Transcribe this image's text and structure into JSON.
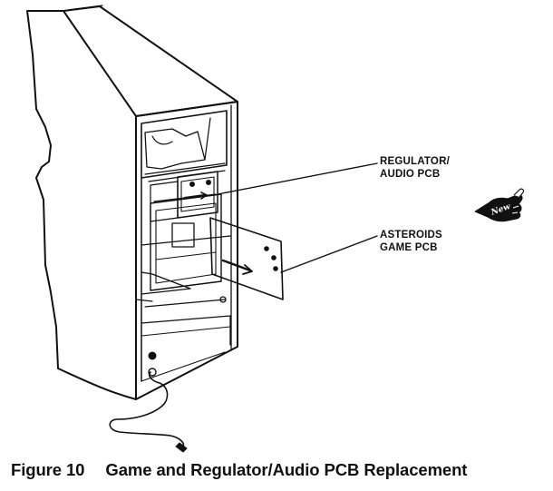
{
  "figure": {
    "number_label": "Figure 10",
    "title": "Game and Regulator/Audio PCB Replacement"
  },
  "callouts": {
    "regulator_line1": "REGULATOR/",
    "regulator_line2": "AUDIO PCB",
    "asteroids_line1": "ASTEROIDS",
    "asteroids_line2": "GAME PCB"
  },
  "badge": {
    "text": "New",
    "icon": "pointing-hand-icon"
  },
  "colors": {
    "ink": "#111111",
    "paper": "#ffffff"
  }
}
